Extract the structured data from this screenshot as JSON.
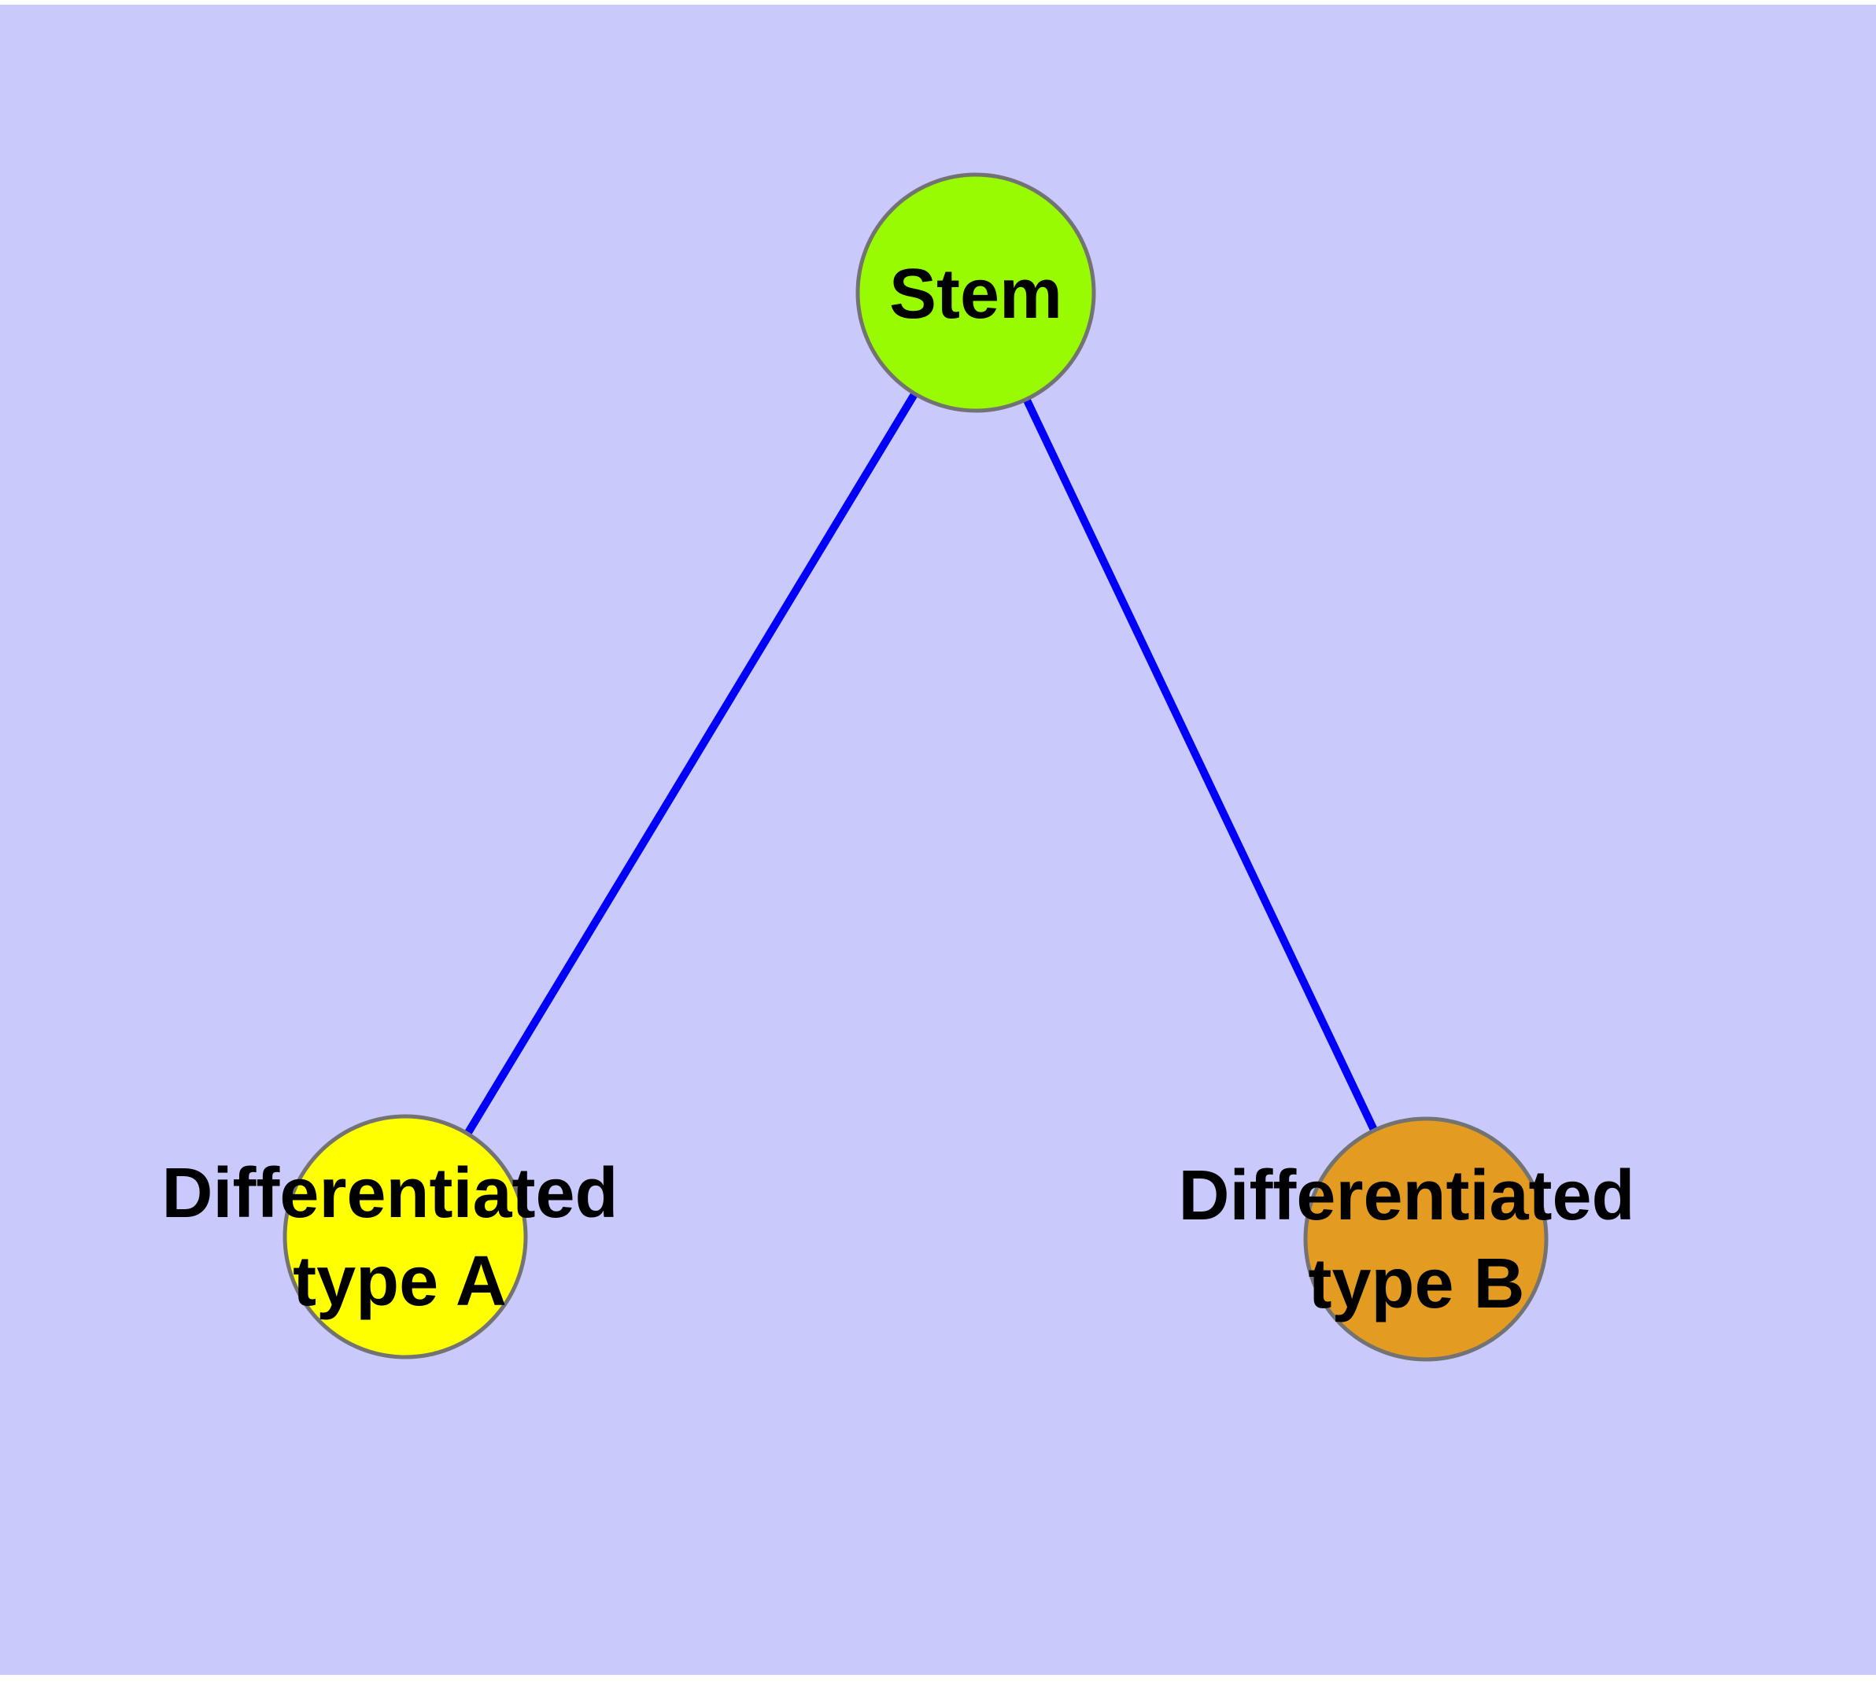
{
  "diagram": {
    "background_color": "#c9c9fb",
    "margin_color": "#ffffff",
    "edge_color": "#0000fa",
    "node_border_color": "#737373",
    "label_color": "#000000",
    "nodes": {
      "stem": {
        "label": "Stem",
        "fill": "#99fb01"
      },
      "type_a": {
        "label": "Differentiated type A",
        "label_line1": "Differentiated",
        "label_line2": "type A",
        "fill": "#ffff00"
      },
      "type_b": {
        "label": "Differentiated type B",
        "label_line1": "Differentiated",
        "label_line2": "type B",
        "fill": "#e39b21"
      }
    },
    "edges": [
      {
        "from": "Stem",
        "to": "Differentiated type A"
      },
      {
        "from": "Stem",
        "to": "Differentiated type B"
      }
    ]
  }
}
